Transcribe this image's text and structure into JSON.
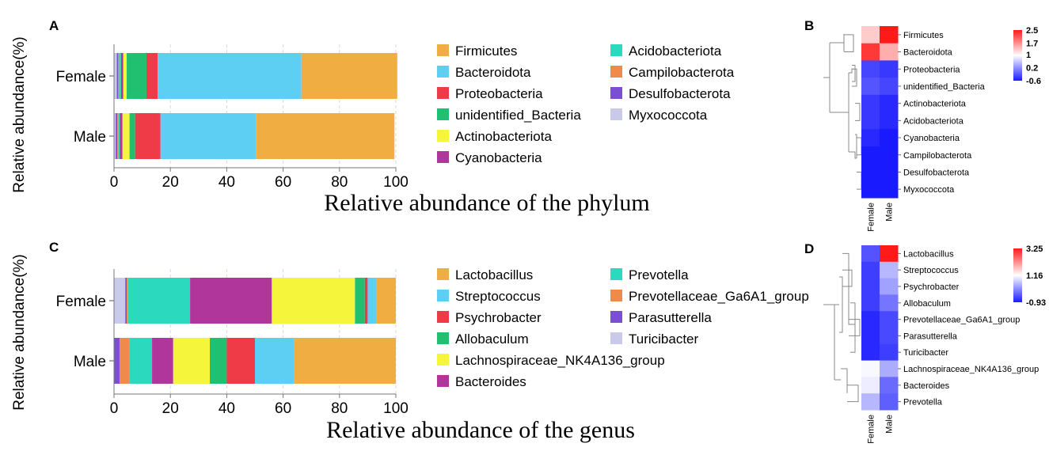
{
  "chart_data": [
    {
      "panel": "A",
      "type": "bar",
      "orientation": "horizontal",
      "stacked": true,
      "categories": [
        "Female",
        "Male"
      ],
      "xlabel": "Relative abundance of the phylum",
      "ylabel": "Relative abundance(%)",
      "xlim": [
        0,
        100
      ],
      "xticks": [
        0,
        20,
        40,
        60,
        80,
        100
      ],
      "series": [
        {
          "name": "Myxococcota",
          "color": "#c9c9ea",
          "values": [
            1.0,
            0.6
          ]
        },
        {
          "name": "Desulfobacterota",
          "color": "#7a4fd6",
          "values": [
            0.5,
            0.6
          ]
        },
        {
          "name": "Campilobacterota",
          "color": "#f08a4b",
          "values": [
            0.3,
            0.3
          ]
        },
        {
          "name": "Acidobacteriota",
          "color": "#2bd9bf",
          "values": [
            0.7,
            0.6
          ]
        },
        {
          "name": "Cyanobacteria",
          "color": "#b0369b",
          "values": [
            0.8,
            0.9
          ]
        },
        {
          "name": "Actinobacteriota",
          "color": "#f5f53b",
          "values": [
            1.2,
            2.5
          ]
        },
        {
          "name": "unidentified_Bacteria",
          "color": "#20c070",
          "values": [
            7.0,
            2.0
          ]
        },
        {
          "name": "Proteobacteria",
          "color": "#ef3a47",
          "values": [
            4.0,
            9.0
          ]
        },
        {
          "name": "Bacteroidota",
          "color": "#5ccff2",
          "values": [
            51.0,
            34.0
          ]
        },
        {
          "name": "Firmicutes",
          "color": "#f0ad42",
          "values": [
            34.0,
            49.0
          ]
        }
      ],
      "legend_col1": [
        "Firmicutes",
        "Bacteroidota",
        "Proteobacteria",
        "unidentified_Bacteria",
        "Actinobacteriota",
        "Cyanobacteria"
      ],
      "legend_col2": [
        "Acidobacteriota",
        "Campilobacterota",
        "Desulfobacterota",
        "Myxococcota"
      ]
    },
    {
      "panel": "B",
      "type": "heatmap",
      "columns": [
        "Female",
        "Male"
      ],
      "rows": [
        "Firmicutes",
        "Bacteroidota",
        "Proteobacteria",
        "unidentified_Bacteria",
        "Actinobacteriota",
        "Acidobacteriota",
        "Cyanobacteria",
        "Campilobacterota",
        "Desulfobacterota",
        "Myxococcota"
      ],
      "values": [
        [
          1.3,
          2.5
        ],
        [
          2.3,
          1.5
        ],
        [
          -0.3,
          -0.4
        ],
        [
          -0.2,
          -0.3
        ],
        [
          -0.4,
          -0.5
        ],
        [
          -0.4,
          -0.5
        ],
        [
          -0.5,
          -0.6
        ],
        [
          -0.6,
          -0.6
        ],
        [
          -0.6,
          -0.6
        ],
        [
          -0.6,
          -0.6
        ]
      ],
      "colorbar_ticks": [
        "2.5",
        "1.7",
        "1",
        "0.2",
        "-0.6"
      ],
      "colorbar_range": [
        -0.6,
        2.5
      ],
      "colors": {
        "low": "#1a1aff",
        "mid": "#ffffff",
        "high": "#ff1a1a"
      }
    },
    {
      "panel": "C",
      "type": "bar",
      "orientation": "horizontal",
      "stacked": true,
      "categories": [
        "Female",
        "Male"
      ],
      "xlabel": "Relative abundance of the genus",
      "ylabel": "Relative abundance(%)",
      "xlim": [
        0,
        100
      ],
      "xticks": [
        0,
        20,
        40,
        60,
        80,
        100
      ],
      "series": [
        {
          "name": "Turicibacter",
          "color": "#c9c9ea",
          "values": [
            4.0,
            0.0
          ]
        },
        {
          "name": "Parasutterella",
          "color": "#7a4fd6",
          "values": [
            0.5,
            2.0
          ]
        },
        {
          "name": "Prevotellaceae_Ga6A1_group",
          "color": "#f08a4b",
          "values": [
            0.5,
            3.5
          ]
        },
        {
          "name": "Prevotella",
          "color": "#2bd9bf",
          "values": [
            22.0,
            8.0
          ]
        },
        {
          "name": "Bacteroides",
          "color": "#b0369b",
          "values": [
            29.0,
            7.5
          ]
        },
        {
          "name": "Lachnospiraceae_NK4A136_group",
          "color": "#f5f53b",
          "values": [
            29.5,
            13.0
          ]
        },
        {
          "name": "Allobaculum",
          "color": "#20c070",
          "values": [
            3.5,
            6.0
          ]
        },
        {
          "name": "Psychrobacter",
          "color": "#ef3a47",
          "values": [
            1.0,
            10.0
          ]
        },
        {
          "name": "Streptococcus",
          "color": "#5ccff2",
          "values": [
            3.0,
            14.0
          ]
        },
        {
          "name": "Lactobacillus",
          "color": "#f0ad42",
          "values": [
            7.0,
            36.0
          ]
        }
      ],
      "legend_col1": [
        "Lactobacillus",
        "Streptococcus",
        "Psychrobacter",
        "Allobaculum",
        "Lachnospiraceae_NK4A136_group",
        "Bacteroides"
      ],
      "legend_col2": [
        "Prevotella",
        "Prevotellaceae_Ga6A1_group",
        "Parasutterella",
        "Turicibacter"
      ]
    },
    {
      "panel": "D",
      "type": "heatmap",
      "columns": [
        "Female",
        "Male"
      ],
      "rows": [
        "Lactobacillus",
        "Streptococcus",
        "Psychrobacter",
        "Allobaculum",
        "Prevotellaceae_Ga6A1_group",
        "Parasutterella",
        "Turicibacter",
        "Lachnospiraceae_NK4A136_group",
        "Bacteroides",
        "Prevotella"
      ],
      "values": [
        [
          -0.4,
          3.25
        ],
        [
          -0.6,
          0.5
        ],
        [
          -0.6,
          0.3
        ],
        [
          -0.6,
          -0.1
        ],
        [
          -0.8,
          -0.5
        ],
        [
          -0.8,
          -0.5
        ],
        [
          -0.8,
          -0.6
        ],
        [
          1.1,
          0.4
        ],
        [
          1.0,
          -0.2
        ],
        [
          0.5,
          -0.3
        ]
      ],
      "colorbar_ticks": [
        "3.25",
        "1.16",
        "-0.93"
      ],
      "colorbar_range": [
        -0.93,
        3.25
      ],
      "colors": {
        "low": "#1a1aff",
        "mid": "#ffffff",
        "high": "#ff1a1a"
      }
    }
  ]
}
